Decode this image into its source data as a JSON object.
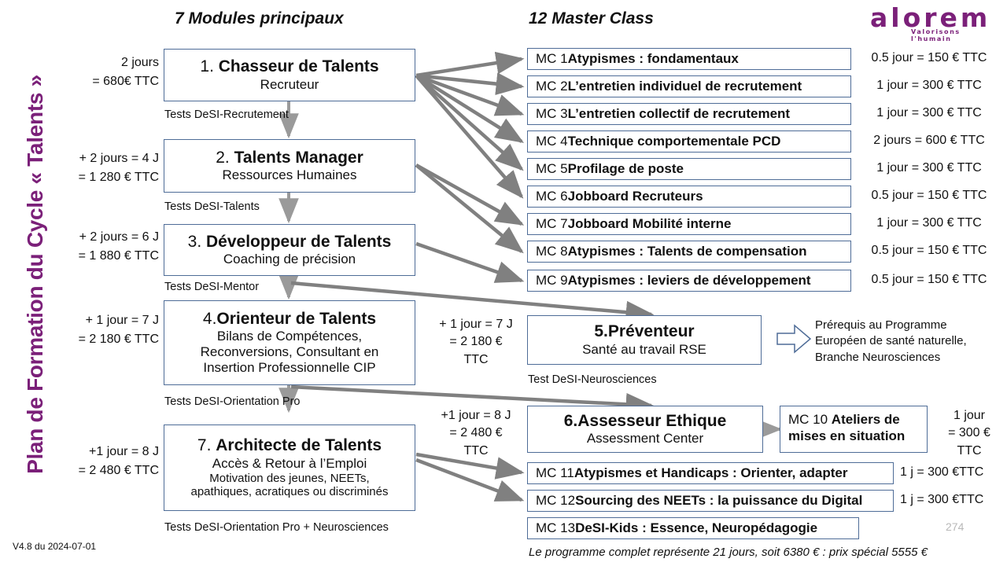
{
  "vertical_title": "Plan de Formation du Cycle « Talents »",
  "headers": {
    "modules": "7 Modules principaux",
    "masterclass": "12 Master Class"
  },
  "logo": {
    "name": "alorem",
    "tagline": "Valorisons l'humain",
    "color": "#7B2079"
  },
  "modules": [
    {
      "num": "1. ",
      "title": "Chasseur de Talents",
      "sub": "Recruteur",
      "sub2": "",
      "sub3": "",
      "price": "2 jours",
      "price2": "= 680€ TTC",
      "test": "Tests DeSI-Recrutement"
    },
    {
      "num": "2. ",
      "title": "Talents Manager",
      "sub": "Ressources Humaines",
      "sub2": "",
      "sub3": "",
      "price": "+ 2 jours = 4 J",
      "price2": "= 1 280 € TTC",
      "test": "Tests DeSI-Talents"
    },
    {
      "num": "3. ",
      "title": "Développeur de Talents",
      "sub": "Coaching de précision",
      "sub2": "",
      "sub3": "",
      "price": "+ 2 jours = 6 J",
      "price2": "= 1 880 € TTC",
      "test": "Tests DeSI-Mentor"
    },
    {
      "num": "4.",
      "title": "Orienteur de Talents",
      "sub": "Bilans de Compétences,",
      "sub2": "Reconversions, Consultant en",
      "sub3": "Insertion Professionnelle CIP",
      "price": "+ 1 jour = 7 J",
      "price2": "= 2 180 € TTC",
      "test": "Tests DeSI-Orientation Pro"
    },
    {
      "num": "7. ",
      "title": "Architecte de Talents",
      "sub": "Accès & Retour à l’Emploi",
      "sub2": "Motivation des jeunes, NEETs,",
      "sub3": "apathiques, acratiques ou discriminés",
      "price": "+1 jour = 8 J",
      "price2": "= 2 480 € TTC",
      "test": "Tests DeSI-Orientation Pro + Neurosciences"
    }
  ],
  "branch_modules": [
    {
      "num": "5.",
      "title": "Préventeur",
      "sub": "Santé au travail RSE",
      "price_l1": "+ 1 jour = 7 J",
      "price_l2": "= 2 180 €",
      "price_l3": "TTC",
      "test": "Test DeSI-Neurosciences"
    },
    {
      "num": "6.",
      "title": "Assesseur Ethique",
      "sub": "Assessment Center",
      "price_l1": "+1 jour = 8 J",
      "price_l2": "= 2 480 €",
      "price_l3": "TTC",
      "test": ""
    }
  ],
  "master_classes": [
    {
      "lead": "MC 1 ",
      "strong": "Atypismes : fondamentaux",
      "price": "0.5 jour = 150 € TTC"
    },
    {
      "lead": "MC 2 ",
      "strong": "L’entretien individuel de recrutement",
      "price": "1 jour = 300 € TTC"
    },
    {
      "lead": "MC 3 ",
      "strong": "L’entretien collectif de recrutement",
      "price": "1 jour = 300 € TTC"
    },
    {
      "lead": "MC 4 ",
      "strong": "Technique comportementale PCD",
      "price": "2 jours = 600 € TTC"
    },
    {
      "lead": "MC 5 ",
      "strong": "Profilage de poste",
      "price": "1 jour = 300 € TTC"
    },
    {
      "lead": "MC 6 ",
      "strong": "Jobboard Recruteurs",
      "price": "0.5 jour = 150 € TTC"
    },
    {
      "lead": "MC 7 ",
      "strong": "Jobboard Mobilité interne",
      "price": "1 jour = 300 € TTC"
    },
    {
      "lead": "MC 8 ",
      "strong": "Atypismes : Talents de compensation",
      "price": "0.5 jour = 150 € TTC"
    },
    {
      "lead": "MC 9 ",
      "strong": "Atypismes : leviers de développement",
      "price": "0.5 jour = 150 € TTC"
    }
  ],
  "mc10": {
    "lead": "MC 10 ",
    "strong_l1": "Ateliers de",
    "strong_l2": "mises en situation",
    "price_l1": "1 jour",
    "price_l2": "= 300 €",
    "price_l3": "TTC"
  },
  "bottom_master_classes": [
    {
      "lead": "MC 11 ",
      "strong": "Atypismes et Handicaps : Orienter, adapter",
      "price": "1 j = 300 €TTC"
    },
    {
      "lead": "MC 12 ",
      "strong": "Sourcing des NEETs : la puissance du Digital",
      "price": "1 j = 300 €TTC"
    },
    {
      "lead": "MC 13 ",
      "strong": "DeSI-Kids : Essence, Neuropédagogie",
      "price": ""
    }
  ],
  "prerequisite": {
    "line1": "Prérequis au Programme",
    "line2": "Européen de santé naturelle,",
    "line3": "Branche Neurosciences"
  },
  "footer": {
    "version": "V4.8 du 2024-07-01",
    "note": "Le programme complet représente 21 jours, soit 6380 € : prix spécial 5555 €",
    "page": "274"
  }
}
